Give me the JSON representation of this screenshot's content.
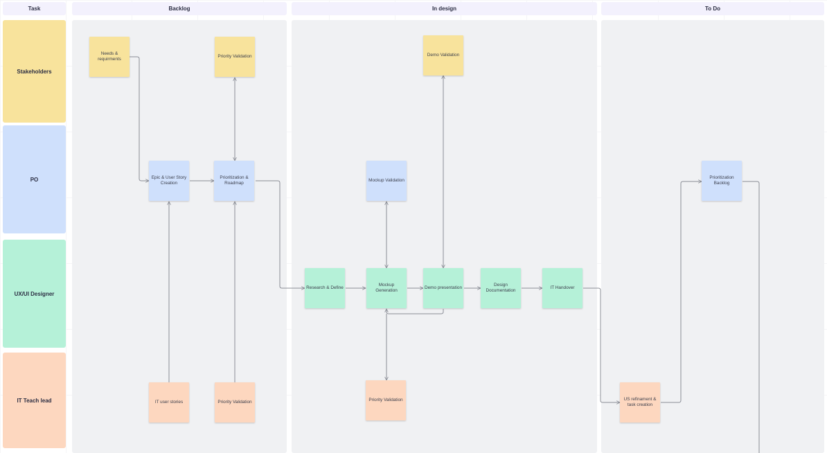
{
  "headers": {
    "task": "Task",
    "backlog": "Backlog",
    "in_design": "In design",
    "to_do": "To Do"
  },
  "lanes": {
    "stakeholders": "Stakeholders",
    "po": "PO",
    "ux": "UX/UI Designer",
    "it": "IT Teach lead"
  },
  "notes": {
    "needs": "Needs & requirments",
    "priority_validation_top": "Priority Validation",
    "demo_validation": "Demo Validation",
    "epic": "Epic & User Story Creation",
    "prioritization_roadmap": "Prioritization & Roadmap",
    "mockup_validation": "Mockup Validation",
    "prioritization_backlog": "Prioritization Backlog",
    "research": "Research & Define",
    "mockup_generation": "Mockup Generation",
    "demo_presentation": "Demo presentation",
    "design_documentation": "Design Documentation",
    "it_handover": "IT Handover",
    "it_user_stories": "IT user stories",
    "priority_validation_it": "Priority Validation",
    "priority_validation_design": "Priority Validation",
    "us_refinement": "US refinament & task creation"
  },
  "colors": {
    "stakeholders": "#f8e39c",
    "po": "#cfe0fc",
    "ux": "#b5f1d8",
    "it": "#fdd7bf",
    "header": "#f3f1fd",
    "column": "#f0f1f3",
    "connector": "#8a8d96"
  }
}
